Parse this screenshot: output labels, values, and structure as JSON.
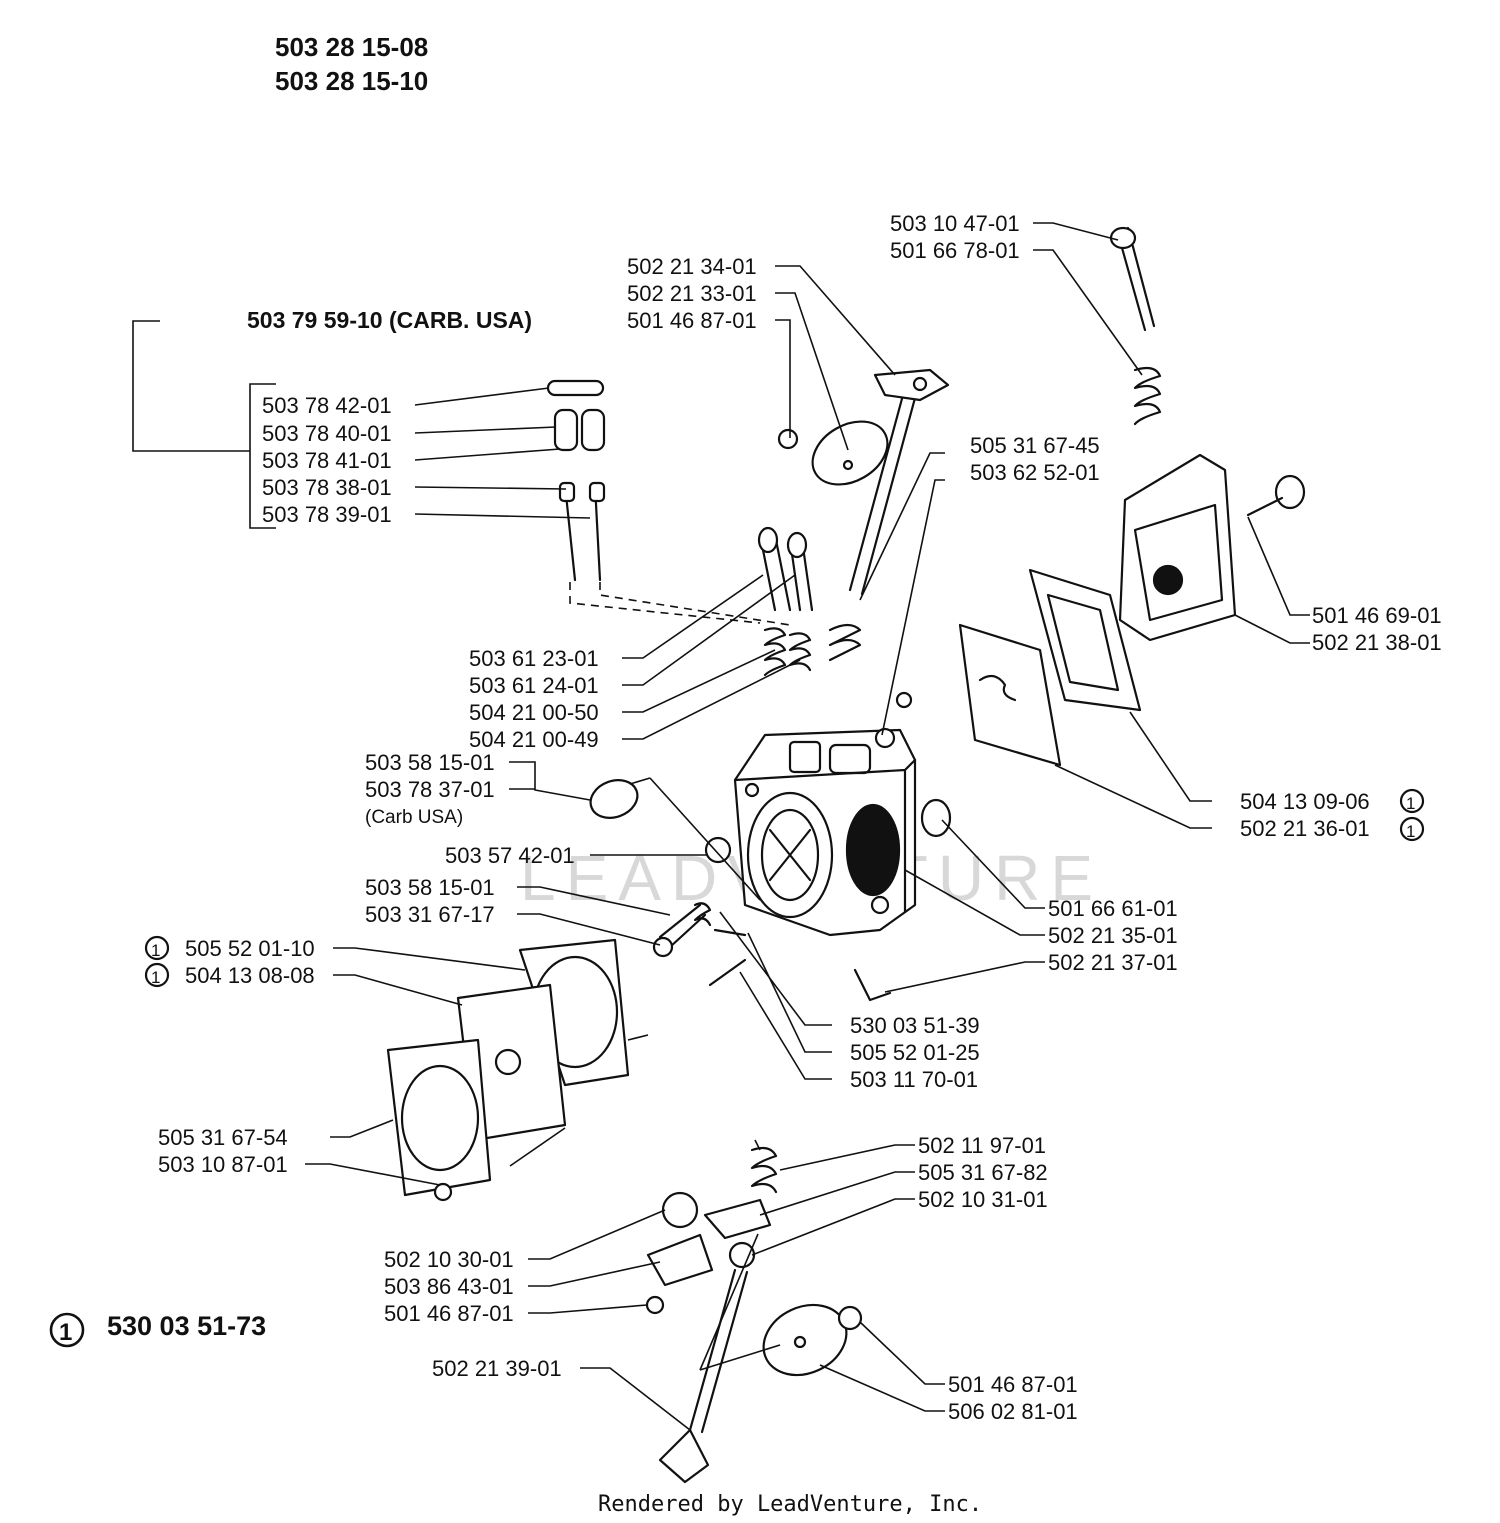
{
  "headers": {
    "model_1": "503 28 15-08",
    "model_2": "503 28 15-10",
    "kit": "503 79 59-10 (CARB. USA)",
    "kit_ref_marker": "1",
    "kit_ref_number": "530 03 51-73"
  },
  "footer": {
    "credit": "Rendered by LeadVenture, Inc."
  },
  "watermark": "LEADVENTURE",
  "callouts": [
    {
      "id": "c01",
      "text": "503 10 47-01"
    },
    {
      "id": "c02",
      "text": "501 66 78-01"
    },
    {
      "id": "c03",
      "text": "502 21 34-01"
    },
    {
      "id": "c04",
      "text": "502 21 33-01"
    },
    {
      "id": "c05",
      "text": "501 46 87-01"
    },
    {
      "id": "c06",
      "text": "503 78 42-01"
    },
    {
      "id": "c07",
      "text": "503 78 40-01"
    },
    {
      "id": "c08",
      "text": "503 78 41-01"
    },
    {
      "id": "c09",
      "text": "503 78 38-01"
    },
    {
      "id": "c10",
      "text": "503 78 39-01"
    },
    {
      "id": "c11",
      "text": "505 31 67-45"
    },
    {
      "id": "c12",
      "text": "503 62 52-01"
    },
    {
      "id": "c13",
      "text": "501 46 69-01"
    },
    {
      "id": "c14",
      "text": "502 21 38-01"
    },
    {
      "id": "c15",
      "text": "503 61 23-01"
    },
    {
      "id": "c16",
      "text": "503 61 24-01"
    },
    {
      "id": "c17",
      "text": "504 21 00-50"
    },
    {
      "id": "c18",
      "text": "504 21 00-49"
    },
    {
      "id": "c19",
      "text": "503 58 15-01"
    },
    {
      "id": "c20",
      "text": "503 78 37-01"
    },
    {
      "id": "c21",
      "text": "(Carb  USA)"
    },
    {
      "id": "c22",
      "text": "504 13 09-06",
      "marker": "1"
    },
    {
      "id": "c23",
      "text": "502 21 36-01",
      "marker": "1"
    },
    {
      "id": "c24",
      "text": "503 57 42-01"
    },
    {
      "id": "c25",
      "text": "503 58 15-01"
    },
    {
      "id": "c26",
      "text": "503 31 67-17"
    },
    {
      "id": "c27",
      "text": "501 66 61-01"
    },
    {
      "id": "c28",
      "text": "502 21 35-01"
    },
    {
      "id": "c29",
      "text": "505 52 01-10",
      "marker": "1"
    },
    {
      "id": "c30",
      "text": "504 13 08-08",
      "marker": "1"
    },
    {
      "id": "c31",
      "text": "502 21 37-01"
    },
    {
      "id": "c32",
      "text": "530 03 51-39"
    },
    {
      "id": "c33",
      "text": "505 52 01-25"
    },
    {
      "id": "c34",
      "text": "503 11 70-01"
    },
    {
      "id": "c35",
      "text": "505 31 67-54"
    },
    {
      "id": "c36",
      "text": "503 10 87-01"
    },
    {
      "id": "c37",
      "text": "502 11 97-01"
    },
    {
      "id": "c38",
      "text": "505 31 67-82"
    },
    {
      "id": "c39",
      "text": "502 10 31-01"
    },
    {
      "id": "c40",
      "text": "502 10 30-01"
    },
    {
      "id": "c41",
      "text": "503 86 43-01"
    },
    {
      "id": "c42",
      "text": "501 46 87-01"
    },
    {
      "id": "c43",
      "text": "502 21 39-01"
    },
    {
      "id": "c44",
      "text": "501 46 87-01"
    },
    {
      "id": "c45",
      "text": "506 02 81-01"
    }
  ]
}
